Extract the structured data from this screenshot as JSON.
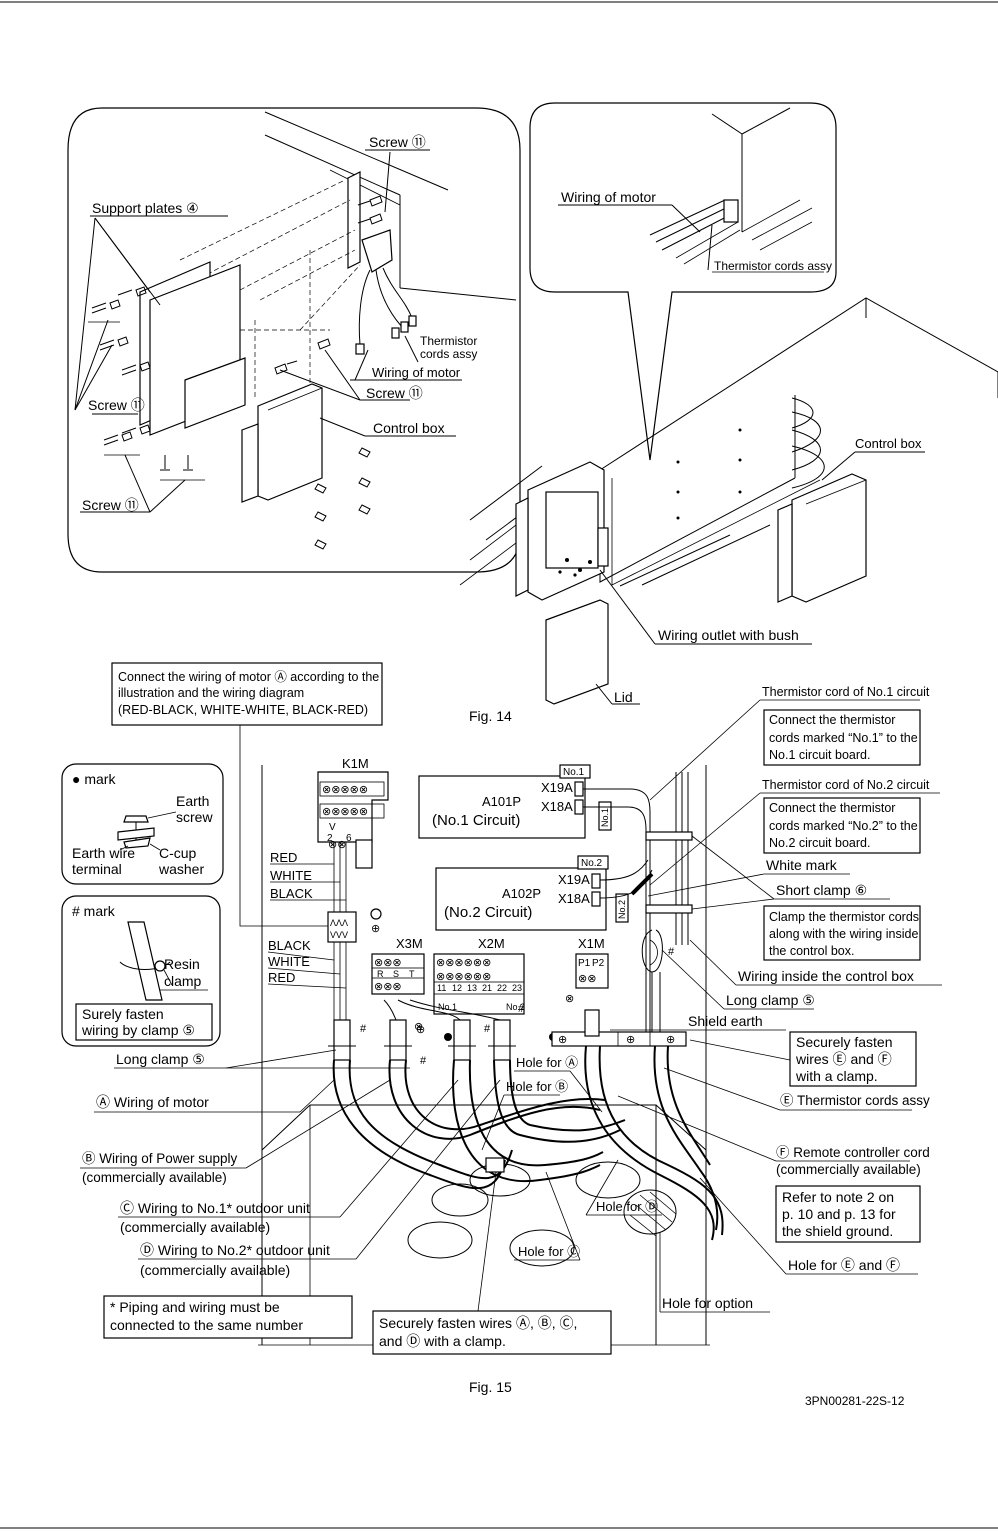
{
  "fig14": {
    "caption": "Fig. 14",
    "left_inset": {
      "screw": "Screw ⑪",
      "support_plates": "Support plates ④",
      "thermistor_line1": "Thermistor",
      "thermistor_line2": "cords assy",
      "wiring_of_motor": "Wiring of motor",
      "control_box": "Control box"
    },
    "right_inset": {
      "wiring_of_motor": "Wiring of motor",
      "thermistor_cords_assy": "Thermistor cords assy"
    },
    "control_box": "Control box",
    "wiring_outlet": "Wiring outlet with bush",
    "lid": "Lid"
  },
  "fig15": {
    "caption": "Fig. 15",
    "doc_code": "3PN00281-22S-12",
    "motor_note": [
      "Connect the wiring of motor Ⓐ according to the",
      "illustration and the wiring diagram",
      "(RED-BLACK, WHITE-WHITE, BLACK-RED)"
    ],
    "dot_mark": {
      "title": "● mark",
      "earth_screw_1": "Earth",
      "earth_screw_2": "screw",
      "earth_wire_1": "Earth wire",
      "earth_wire_2": "terminal",
      "ccup_1": "C-cup",
      "ccup_2": "washer"
    },
    "hash_mark": {
      "title": "# mark",
      "resin_1": "Resin",
      "resin_2": "clamp",
      "fasten_1": "Surely fasten",
      "fasten_2": "wiring by clamp ⑤"
    },
    "k1m": "K1M",
    "terminal_v": "V",
    "terminal_2": "2",
    "terminal_6": "6",
    "wire_colors_top": [
      "RED",
      "WHITE",
      "BLACK"
    ],
    "wire_colors_bottom": [
      "BLACK",
      "WHITE",
      "RED"
    ],
    "x3m": "X3M",
    "x3m_terms": [
      "R",
      "S",
      "T"
    ],
    "x2m": "X2M",
    "x2m_terms": [
      "11",
      "12",
      "13",
      "21",
      "22",
      "23"
    ],
    "x2m_no1": "No.1",
    "x2m_no2": "No.2",
    "x1m": "X1M",
    "x1m_terms": [
      "P1",
      "P2"
    ],
    "pcb1": {
      "name": "A101P",
      "circuit": "(No.1 Circuit)",
      "tag": "No.1",
      "x19a": "X19A",
      "x18a": "X18A",
      "side_tag": "No.1"
    },
    "pcb2": {
      "name": "A102P",
      "circuit": "(No.2 Circuit)",
      "tag": "No.2",
      "x19a": "X19A",
      "x18a": "X18A",
      "side_tag": "No.2"
    },
    "therm1_title": "Thermistor cord of No.1 circuit",
    "therm1_note": [
      "Connect the thermistor",
      "cords marked “No.1” to the",
      "No.1 circuit board."
    ],
    "therm2_title": "Thermistor cord of No.2 circuit",
    "therm2_note": [
      "Connect the thermistor",
      "cords marked “No.2” to the",
      "No.2 circuit board."
    ],
    "white_mark": "White mark",
    "short_clamp": "Short clamp ⑥",
    "clamp_note": [
      "Clamp the thermistor cords",
      "along with the wiring inside",
      "the control box."
    ],
    "wiring_inside": "Wiring inside the control box",
    "long_clamp_right": "Long clamp ⑤",
    "shield_earth": "Shield earth",
    "fasten_ef": [
      "Securely fasten",
      "wires Ⓔ and Ⓕ",
      "with a clamp."
    ],
    "label_e": "Ⓔ Thermistor cords assy",
    "label_f_1": "Ⓕ Remote controller cord",
    "label_f_2": "(commercially available)",
    "refer_note": [
      "Refer to note 2 on",
      "p. 10 and p. 13 for",
      "the shield ground."
    ],
    "hole_ef": "Hole for Ⓔ and Ⓕ",
    "hole_option": "Hole for option",
    "hole_a": "Hole for Ⓐ",
    "hole_b": "Hole for Ⓑ",
    "hole_c": "Hole for Ⓒ",
    "hole_d": "Hole for Ⓓ",
    "long_clamp_left": "Long clamp ⑤",
    "wiring_a": "Ⓐ  Wiring of motor",
    "wiring_b_1": "Ⓑ Wiring of Power supply",
    "wiring_b_2": "(commercially available)",
    "wiring_c_1": "Ⓒ Wiring to No.1* outdoor unit",
    "wiring_c_2": "(commercially available)",
    "wiring_d_1": "Ⓓ Wiring to No.2* outdoor unit",
    "wiring_d_2": "(commercially available)",
    "star_note": [
      "*  Piping and wiring must be",
      "    connected to the same number"
    ],
    "fasten_abcd": [
      "Securely fasten wires Ⓐ, Ⓑ, Ⓒ,",
      "and Ⓓ with a clamp."
    ],
    "hash": "#"
  }
}
